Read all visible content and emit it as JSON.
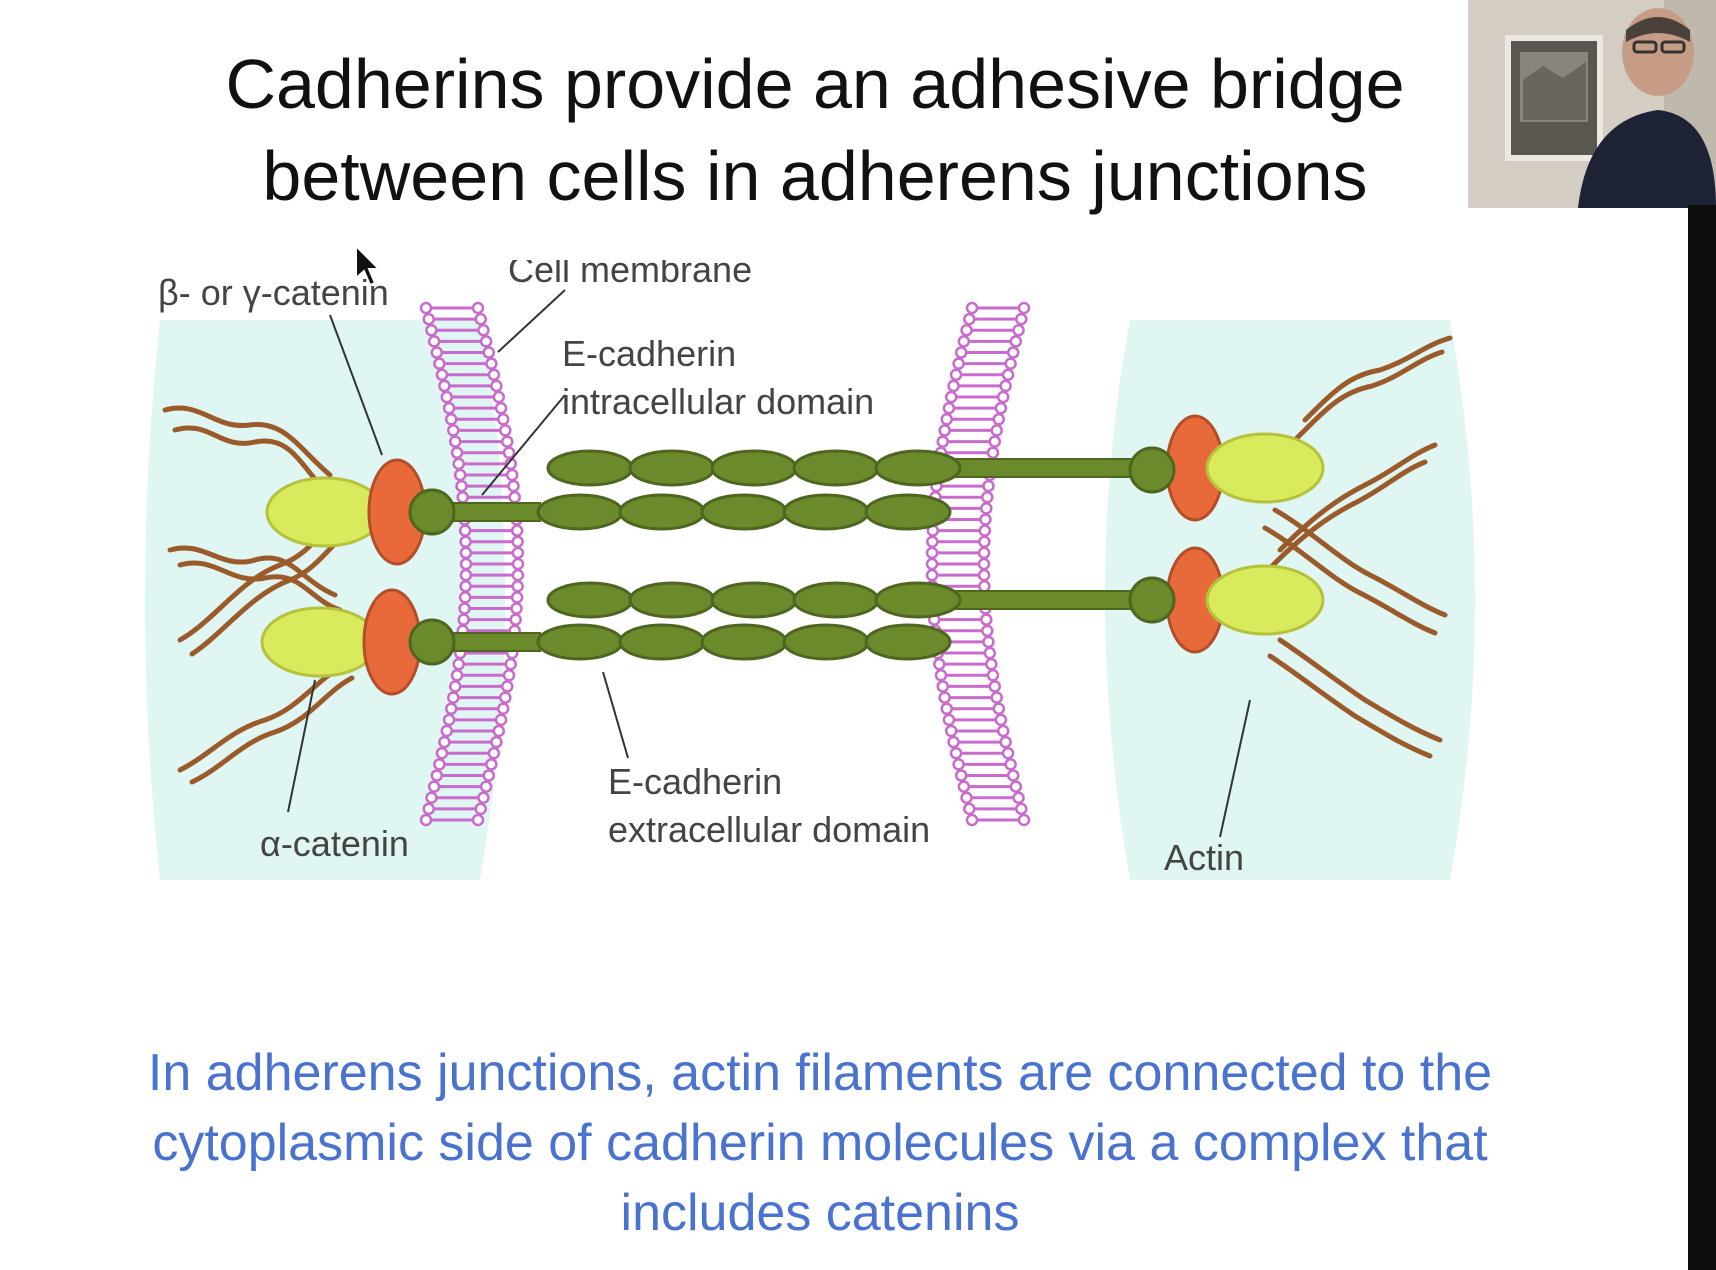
{
  "slide": {
    "title_lines": [
      "Cadherins provide an adhesive bridge",
      "between cells in adherens junctions"
    ],
    "caption_lines": [
      "In adherens junctions, actin filaments are connected to the",
      "cytoplasmic side of cadherin molecules via a complex that",
      "includes catenins"
    ]
  },
  "diagram": {
    "labels": {
      "beta_gamma_catenin": "β- or γ-catenin",
      "cell_membrane": "Cell membrane",
      "ecad_intra_1": "E-cadherin",
      "ecad_intra_2": "intracellular domain",
      "alpha_catenin": "α-catenin",
      "ecad_extra_1": "E-cadherin",
      "ecad_extra_2": "extracellular domain",
      "actin": "Actin"
    },
    "colors": {
      "cytoplasm": "#dff6f2",
      "membrane": "#c96bcc",
      "cadherin": "#6b8a2c",
      "beta_catenin": "#e86a3a",
      "alpha_catenin": "#d9ea5c",
      "actin": "#9b5a2a",
      "caption": "#4a73cf"
    }
  },
  "webcam": {
    "description_icon": "presenter-video-icon"
  }
}
